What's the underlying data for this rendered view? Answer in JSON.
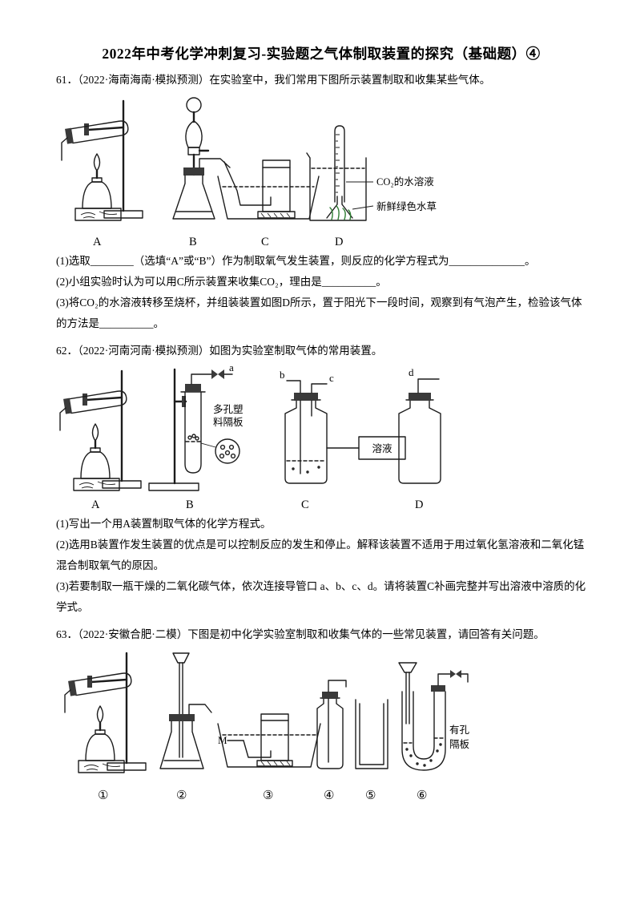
{
  "page": {
    "title": "2022年中考化学冲刺复习-实验题之气体制取装置的探究（基础题）④"
  },
  "q61": {
    "stem": "61．（2022·海南海南·模拟预测）在实验室中，我们常用下图所示装置制取和收集某些气体。",
    "labels": {
      "A": "A",
      "B": "B",
      "C": "C",
      "D": "D",
      "co2_solution": "CO₂的水溶液",
      "fresh_green_plant": "新鲜绿色水草"
    },
    "parts": {
      "p1": "(1)选取________（选填“A”或“B”）作为制取氧气发生装置，则反应的化学方程式为______________。",
      "p2": "(2)小组实验时认为可以用C所示装置来收集CO₂，理由是__________。",
      "p3": "(3)将CO₂的水溶液转移至烧杯，并组装装置如图D所示，置于阳光下一段时间，观察到有气泡产生，检验该气体的方法是__________。"
    }
  },
  "q62": {
    "stem": "62．（2022·河南河南·模拟预测）如图为实验室制取气体的常用装置。",
    "labels": {
      "A": "A",
      "B": "B",
      "C": "C",
      "D": "D",
      "a": "a",
      "b": "b",
      "c": "c",
      "d": "d",
      "porous_plate_line1": "多孔塑",
      "porous_plate_line2": "料隔板",
      "solution": "溶液"
    },
    "parts": {
      "p1": "(1)写出一个用A装置制取气体的化学方程式。",
      "p2": "(2)选用B装置作发生装置的优点是可以控制反应的发生和停止。解释该装置不适用于用过氧化氢溶液和二氧化锰混合制取氧气的原因。",
      "p3": "(3)若要制取一瓶干燥的二氧化碳气体，依次连接导管口 a、b、c、d。请将装置C补画完整并写出溶液中溶质的化学式。"
    }
  },
  "q63": {
    "stem": "63．（2022·安徽合肥·二模）下图是初中化学实验室制取和收集气体的一些常见装置，请回答有关问题。",
    "labels": {
      "n1": "①",
      "n2": "②",
      "n3": "③",
      "n4": "④",
      "n5": "⑤",
      "n6": "⑥",
      "M": "M",
      "holed_plate_line1": "有孔",
      "holed_plate_line2": "隔板"
    }
  }
}
